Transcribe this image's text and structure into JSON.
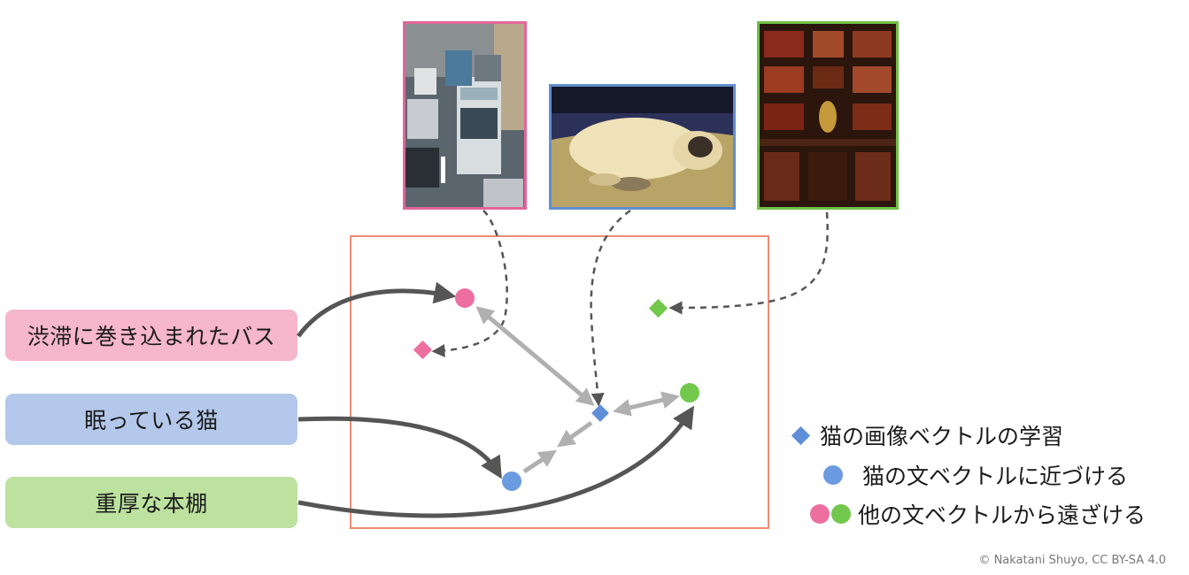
{
  "labels": {
    "bus": "渋滞に巻き込まれたバス",
    "cat": "眠っている猫",
    "shelf": "重厚な本棚"
  },
  "legend": {
    "image_vector": "猫の画像ベクトルの学習",
    "pull_text": "猫の文ベクトルに近づける",
    "push_text": "他の文ベクトルから遠ざける"
  },
  "credit": "© Nakatani Shuyo, CC BY-SA 4.0",
  "colors": {
    "pink": "#ec6f9f",
    "blue": "#6a9ae0",
    "green": "#72c84d",
    "frame": "#ef8c73",
    "arrow_dark": "#555555",
    "arrow_light": "#b0b0b0"
  },
  "icons": {
    "image_marker": "diamond-icon",
    "text_marker": "circle-icon"
  }
}
